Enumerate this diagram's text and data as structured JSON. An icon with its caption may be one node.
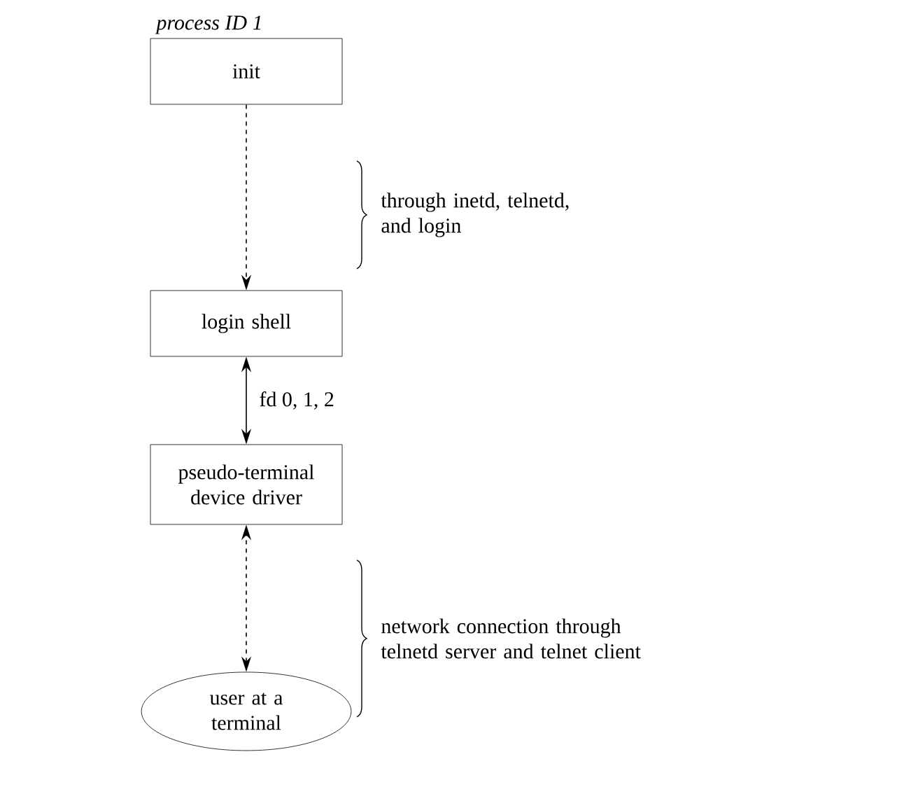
{
  "diagram": {
    "nodes": [
      {
        "text": [
          "init"
        ],
        "beside": [
          "process ID 1"
        ]
      },
      {
        "text": [
          "login shell"
        ]
      },
      {
        "text": [
          "pseudo-terminal device driver"
        ]
      },
      {
        "text": [
          "user at a terminal"
        ]
      }
    ],
    "edges": [
      {
        "from": 0,
        "to": 1,
        "arrow": "to",
        "style": "dashed"
      },
      {
        "from": 1,
        "to": 2,
        "arrow": "both",
        "label": "fd 0, 1, 2"
      },
      {
        "from": 3,
        "to": 2,
        "arrow": "both",
        "style": "dashed"
      }
    ],
    "labels": [
      "through inetd, telnetd, and login",
      "network connection through telnetd server and telnet client"
    ]
  }
}
